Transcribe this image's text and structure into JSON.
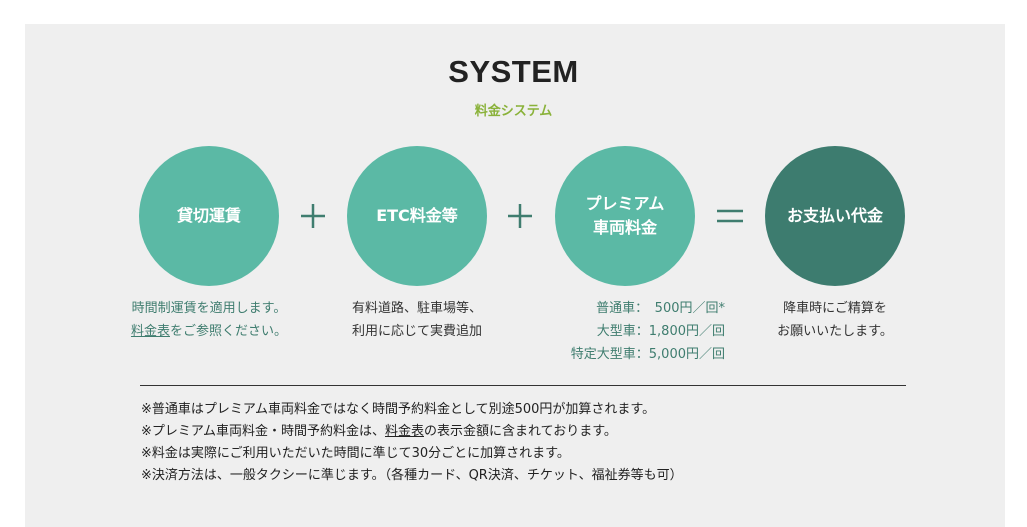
{
  "header": {
    "title": "SYSTEM",
    "subtitle": "料金システム"
  },
  "formula": {
    "items": [
      {
        "label_lines": [
          "貸切運賃"
        ],
        "color": "#5bb9a5"
      },
      {
        "label_lines": [
          "ETC料金等"
        ],
        "color": "#5bb9a5"
      },
      {
        "label_lines": [
          "プレミアム",
          "車両料金"
        ],
        "color": "#5bb9a5"
      },
      {
        "label_lines": [
          "お支払い代金"
        ],
        "color": "#3d7c6f"
      }
    ],
    "operators": [
      "plus-icon",
      "plus-icon",
      "equals-icon"
    ],
    "operator_color": "#3f7d6f"
  },
  "descriptions": {
    "charter": {
      "line1": "時間制運賃を適用します。",
      "line2_link": "料金表",
      "line2_rest": "をご参照ください。"
    },
    "etc": {
      "line1": "有料道路、駐車場等、",
      "line2": "利用に応じて実費追加"
    },
    "premium": {
      "lines": [
        "普通車：　500円／回*",
        "大型車：1,800円／回",
        "特定大型車：5,000円／回"
      ]
    },
    "payment": {
      "line1": "降車時にご精算を",
      "line2": "お願いいたします。"
    }
  },
  "notes": {
    "note1": "※普通車はプレミアム車両料金ではなく時間予約料金として別途500円が加算されます。",
    "note2_before": "※プレミアム車両料金・時間予約料金は、",
    "note2_link": "料金表",
    "note2_after": "の表示金額に含まれております。",
    "note3": "※料金は実際にご利用いただいた時間に準じて30分ごとに加算されます。",
    "note4": "※決済方法は、一般タクシーに準じます。（各種カード、QR決済、チケット、福祉券等も可）"
  }
}
